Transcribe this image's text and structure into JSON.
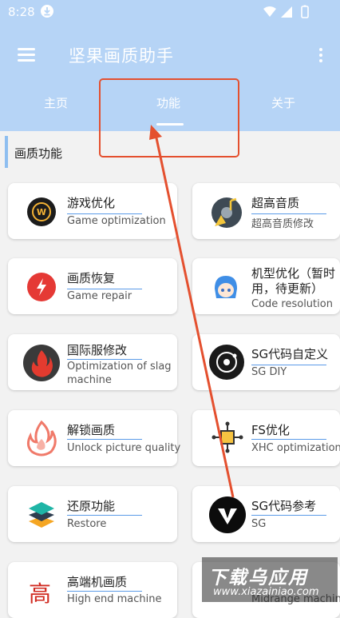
{
  "status_bar": {
    "time": "8:28"
  },
  "app_bar": {
    "title": "坚果画质助手"
  },
  "tabs": [
    {
      "label": "主页"
    },
    {
      "label": "功能"
    },
    {
      "label": "关于"
    }
  ],
  "section": {
    "title": "画质功能"
  },
  "cards": [
    {
      "title": "游戏优化",
      "sub": "Game optimization",
      "icon": "game-logo-icon"
    },
    {
      "title": "超高音质",
      "sub": "超高音质修改",
      "icon": "music-disc-icon"
    },
    {
      "title": "画质恢复",
      "sub": "Game repair",
      "icon": "flash-icon"
    },
    {
      "title": "机型优化（暂时",
      "title2": "用，待更新）",
      "sub": "Code resolution",
      "icon": "anime-avatar-icon"
    },
    {
      "title": "国际服修改",
      "sub": "Optimization of slag",
      "sub2": "machine",
      "icon": "flame-dark-icon"
    },
    {
      "title": "SG代码自定义",
      "sub": "SG DIY",
      "icon": "orbit-icon"
    },
    {
      "title": "解锁画质",
      "sub": "Unlock picture quality",
      "icon": "flame-outline-icon"
    },
    {
      "title": "FS优化",
      "sub": "XHC optimization",
      "icon": "circuit-icon"
    },
    {
      "title": "还原功能",
      "sub": "Restore",
      "icon": "layers-icon"
    },
    {
      "title": "SG代码参考",
      "sub": "SG",
      "icon": "v-logo-icon"
    },
    {
      "title": "高端机画质",
      "sub": "High end machine",
      "icon": "gao-char-icon",
      "icon_text": "高"
    },
    {
      "title": "",
      "sub": "Midrange machine",
      "icon": ""
    }
  ],
  "watermark": {
    "big": "下载乌应用",
    "url": "www.xiazainiao.com"
  },
  "colors": {
    "appbar": "#b6d4f6",
    "accent": "#5b9be8",
    "annotation": "#e4502f"
  }
}
